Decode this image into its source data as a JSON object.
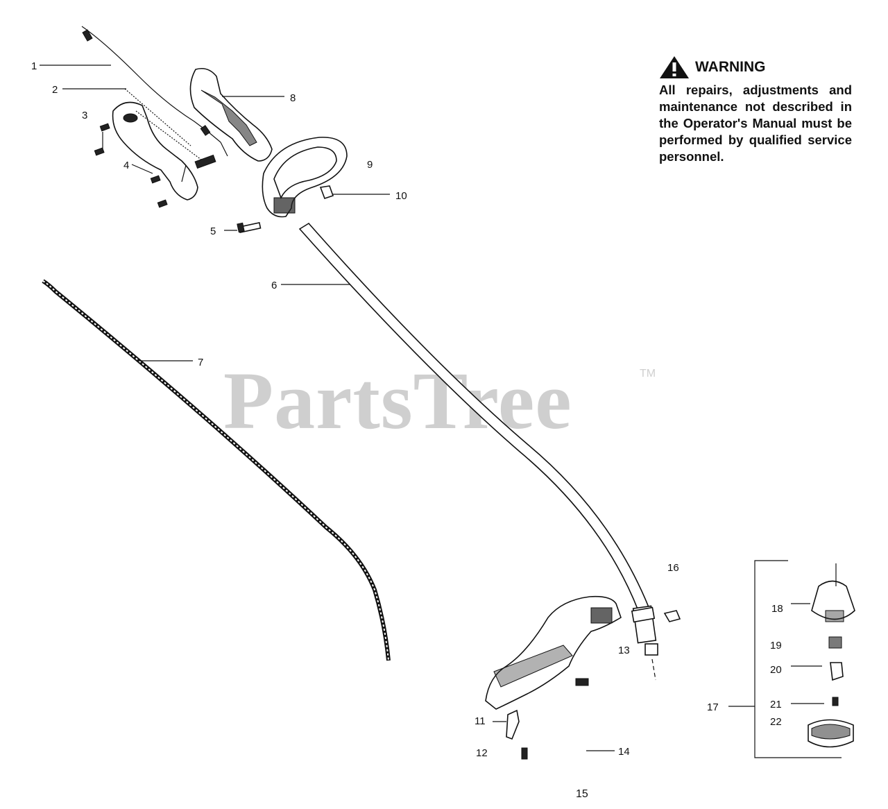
{
  "warning": {
    "title": "WARNING",
    "icon": "warning-triangle-icon",
    "text": "All repairs, adjustments and maintenance not described in the Operator's Manual must be performed by qualified service personnel."
  },
  "watermark": {
    "text": "PartsTree",
    "trademark": "TM"
  },
  "page_number": "15",
  "callouts": [
    "1",
    "2",
    "3",
    "4",
    "5",
    "6",
    "7",
    "8",
    "9",
    "10",
    "11",
    "12",
    "13",
    "14",
    "15",
    "16",
    "17",
    "18",
    "19",
    "20",
    "21",
    "22"
  ],
  "colors": {
    "ink": "#111111",
    "watermark": "#cfcfcf",
    "background": "#ffffff"
  }
}
